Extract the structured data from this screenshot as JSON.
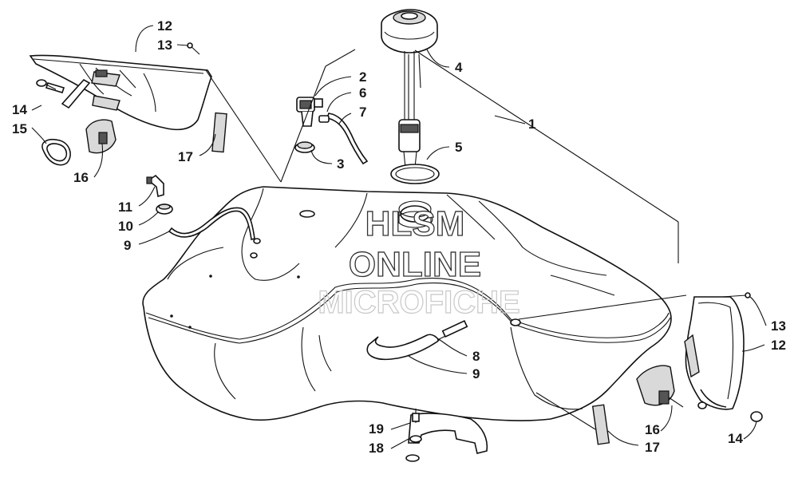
{
  "watermark": {
    "line1": "HLSM",
    "line2": "ONLINE",
    "line3": "MICROFICHE"
  },
  "callouts": [
    {
      "id": "c12a",
      "text": "12"
    },
    {
      "id": "c13a",
      "text": "13"
    },
    {
      "id": "c14a",
      "text": "14"
    },
    {
      "id": "c15",
      "text": "15"
    },
    {
      "id": "c16a",
      "text": "16"
    },
    {
      "id": "c17a",
      "text": "17"
    },
    {
      "id": "c2",
      "text": "2"
    },
    {
      "id": "c6",
      "text": "6"
    },
    {
      "id": "c7",
      "text": "7"
    },
    {
      "id": "c3",
      "text": "3"
    },
    {
      "id": "c4",
      "text": "4"
    },
    {
      "id": "c5",
      "text": "5"
    },
    {
      "id": "c1",
      "text": "1"
    },
    {
      "id": "c11",
      "text": "11"
    },
    {
      "id": "c10",
      "text": "10"
    },
    {
      "id": "c9a",
      "text": "9"
    },
    {
      "id": "c8",
      "text": "8"
    },
    {
      "id": "c9b",
      "text": "9"
    },
    {
      "id": "c13b",
      "text": "13"
    },
    {
      "id": "c12b",
      "text": "12"
    },
    {
      "id": "c16b",
      "text": "16"
    },
    {
      "id": "c17b",
      "text": "17"
    },
    {
      "id": "c14b",
      "text": "14"
    },
    {
      "id": "c19",
      "text": "19"
    },
    {
      "id": "c18",
      "text": "18"
    }
  ]
}
